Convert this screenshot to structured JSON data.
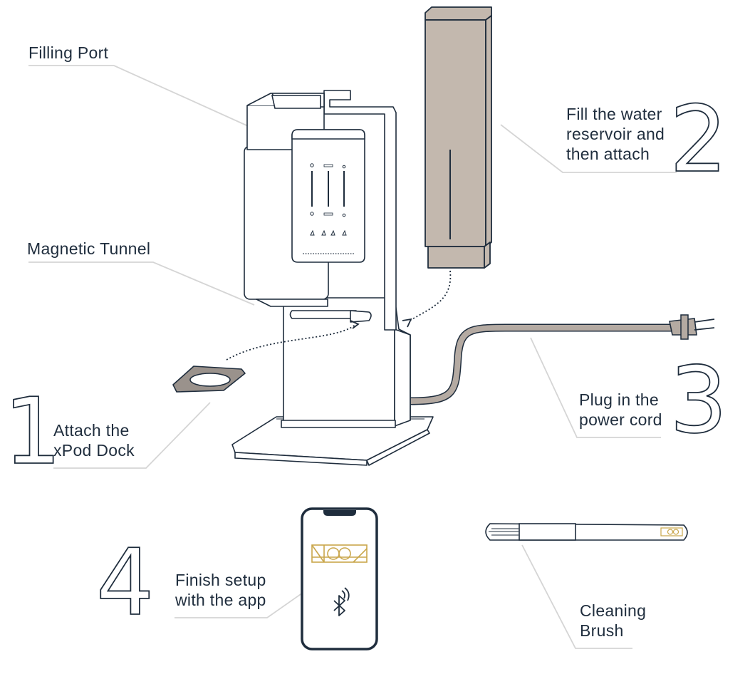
{
  "labels": {
    "filling_port": "Filling Port",
    "magnetic_tunnel": "Magnetic Tunnel",
    "step1": [
      "Attach the",
      "xPod Dock"
    ],
    "step2": [
      "Fill the water",
      "reservoir and",
      "then attach"
    ],
    "step3": [
      "Plug in the",
      "power cord"
    ],
    "step4": [
      "Finish setup",
      "with the app"
    ],
    "cleaning_brush": [
      "Cleaning",
      "Brush"
    ]
  },
  "steps": {
    "one": "1",
    "two": "2",
    "three": "3",
    "four": "4"
  },
  "colors": {
    "navy": "#1f2d3d",
    "reservoir": "#c3b8ae",
    "cord": "#b4aaa2",
    "dock": "#9a928c",
    "leader": "#d5d5d5",
    "gold": "#c9a64b"
  },
  "icons": {
    "phone": "smartphone-icon",
    "bluetooth": "bluetooth-icon",
    "logo": "brand-logo-icon"
  }
}
